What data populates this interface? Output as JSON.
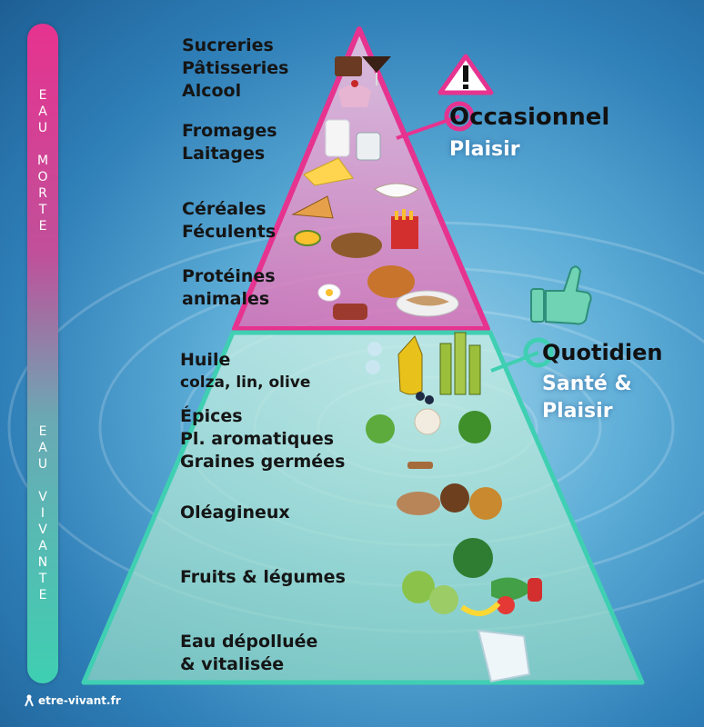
{
  "side_bar": {
    "top_word": [
      "E",
      "A",
      "U",
      "",
      "M",
      "O",
      "R",
      "T",
      "E"
    ],
    "bottom_word": [
      "E",
      "A",
      "U",
      "",
      "V",
      "I",
      "V",
      "A",
      "N",
      "T",
      "E"
    ],
    "top_label": "EAU MORTE",
    "bottom_label": "EAU VIVANTE"
  },
  "tiers_top": [
    {
      "lines": [
        "Sucreries",
        "Pâtisseries",
        "Alcool"
      ]
    },
    {
      "lines": [
        "Fromages",
        "Laitages"
      ]
    },
    {
      "lines": [
        "Céréales",
        "Féculents"
      ]
    },
    {
      "lines": [
        "Protéines",
        "animales"
      ]
    }
  ],
  "tiers_bottom": [
    {
      "lines": [
        "Huile",
        "colza, lin, olive"
      ]
    },
    {
      "lines": [
        "Épices",
        "Pl. aromatiques",
        "Graines germées"
      ]
    },
    {
      "lines": [
        "Oléagineux"
      ]
    },
    {
      "lines": [
        "Fruits & légumes"
      ]
    },
    {
      "lines": [
        "Eau dépolluée",
        "& vitalisée"
      ]
    }
  ],
  "callout_occasional": {
    "title": "Occasionnel",
    "subtitle": "Plaisir",
    "icon": "warning-icon"
  },
  "callout_daily": {
    "title": "Quotidien",
    "subtitle_1": "Santé &",
    "subtitle_2": "Plaisir",
    "icon": "thumbs-up-icon"
  },
  "logo": {
    "text": "etre-vivant.fr",
    "icon": "person-icon"
  },
  "colors": {
    "magenta": "#e6338f",
    "teal": "#3fcfb2",
    "pink_fill": "#e58fc7",
    "teal_fill": "#b6e6da"
  }
}
